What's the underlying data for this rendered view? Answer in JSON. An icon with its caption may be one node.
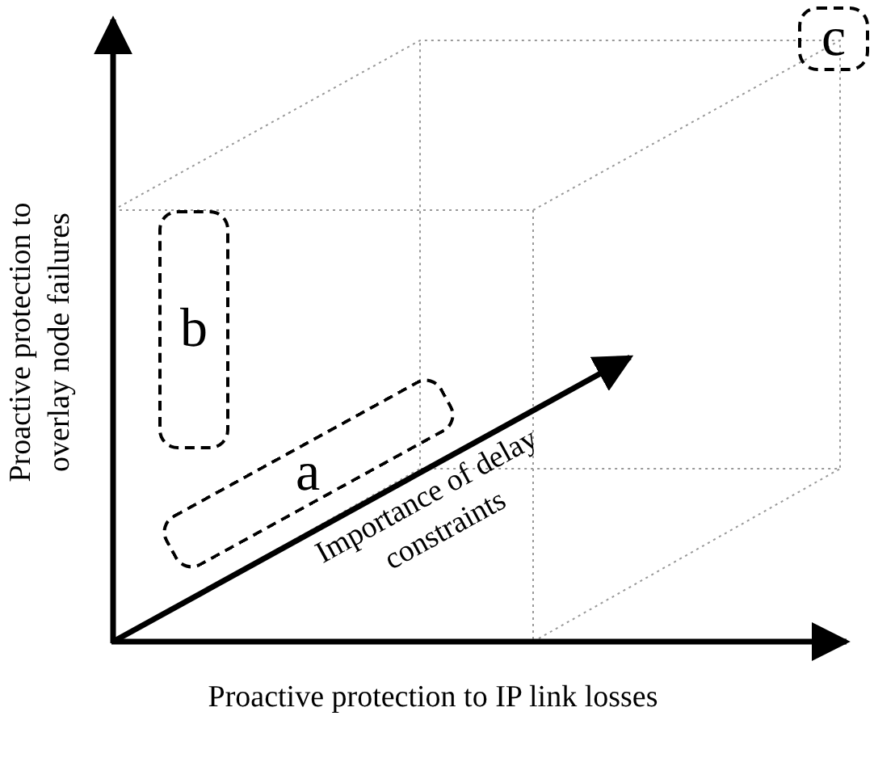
{
  "diagram": {
    "nodes": [
      {
        "text": [
          "a"
        ]
      },
      {
        "text": [
          "b"
        ]
      },
      {
        "text": [
          "c"
        ]
      }
    ],
    "labels": [
      "Proactive protection to overlay node failures",
      "Importance of delay constraints",
      "Proactive protection to IP link losses"
    ]
  }
}
